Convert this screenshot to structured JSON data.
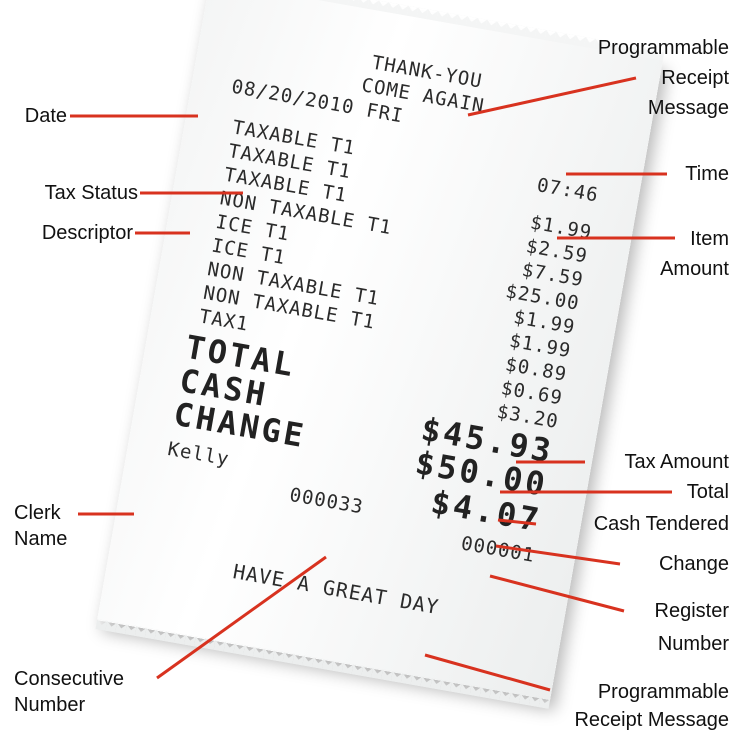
{
  "receipt": {
    "header_line1": "THANK-YOU",
    "header_line2": "COME AGAIN",
    "date": "08/20/2010 FRI",
    "time": "07:46",
    "items": [
      {
        "label": "TAXABLE T1",
        "amount": "$1.99"
      },
      {
        "label": "TAXABLE T1",
        "amount": "$2.59"
      },
      {
        "label": "TAXABLE T1",
        "amount": "$7.59"
      },
      {
        "label": "NON TAXABLE T1",
        "amount": "$25.00"
      },
      {
        "label": "ICE T1",
        "amount": "$1.99"
      },
      {
        "label": "ICE T1",
        "amount": "$1.99"
      },
      {
        "label": "NON TAXABLE T1",
        "amount": "$0.89"
      },
      {
        "label": "NON TAXABLE T1",
        "amount": "$0.69"
      }
    ],
    "tax_label": "TAX1",
    "tax_amount": "$3.20",
    "total_label": "TOTAL",
    "total_amount": "$45.93",
    "cash_label": "CASH",
    "cash_amount": "$50.00",
    "change_label": "CHANGE",
    "change_amount": "$4.07",
    "clerk": "Kelly",
    "consecutive_number": "000033",
    "register_number": "000001",
    "footer": "HAVE A GREAT DAY"
  },
  "callouts": {
    "date": "Date",
    "tax_status": "Tax Status",
    "descriptor": "Descriptor",
    "clerk_name_1": "Clerk",
    "clerk_name_2": "Name",
    "consecutive_1": "Consecutive",
    "consecutive_2": "Number",
    "prog_msg_top_1": "Programmable",
    "prog_msg_top_2": "Receipt",
    "prog_msg_top_3": "Message",
    "time": "Time",
    "item_amount_1": "Item",
    "item_amount_2": "Amount",
    "tax_amount": "Tax Amount",
    "total": "Total",
    "cash_tendered": "Cash Tendered",
    "change": "Change",
    "register_1": "Register",
    "register_2": "Number",
    "prog_msg_bottom_1": "Programmable",
    "prog_msg_bottom_2": "Receipt Message"
  },
  "colors": {
    "leader": "#d8321f",
    "text": "#111111",
    "print": "#2b2b2b"
  }
}
